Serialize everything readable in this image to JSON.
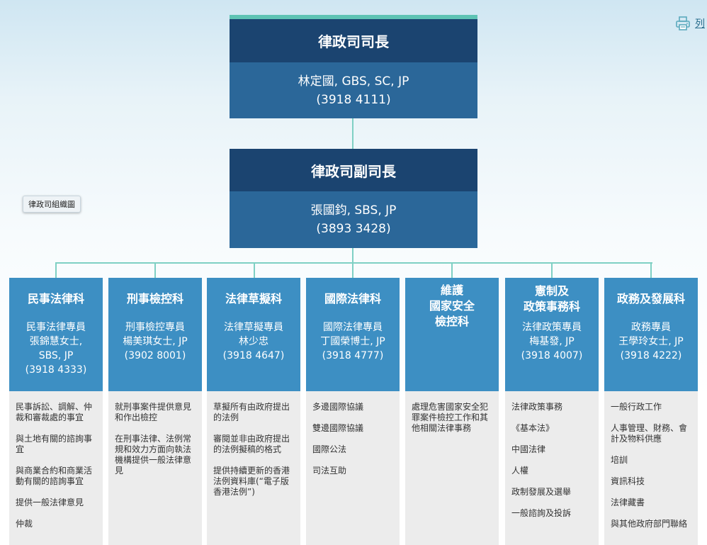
{
  "print": {
    "label": "列"
  },
  "caption": "律政司組織圖",
  "secretary": {
    "title": "律政司司長",
    "name": "林定國, GBS, SC, JP",
    "phone": "(3918 4111)"
  },
  "deputy": {
    "title": "律政司副司長",
    "name": "張國鈞, SBS, JP",
    "phone": "(3893 3428)"
  },
  "departments": [
    {
      "title": "民事法律科",
      "officer_title": "民事法律專員",
      "officer_name": "張錦慧女士,",
      "officer_name2": "SBS, JP",
      "phone": "(3918 4333)",
      "duties": [
        "民事訴訟、調解、仲裁和審裁處的事宜",
        "與土地有關的諮詢事宜",
        "與商業合約和商業活動有關的諮詢事宜",
        "提供一般法律意見",
        "仲裁"
      ]
    },
    {
      "title": "刑事檢控科",
      "officer_title": "刑事檢控專員",
      "officer_name": "楊美琪女士, JP",
      "phone": "(3902 8001)",
      "duties": [
        "就刑事案件提供意見和作出檢控",
        "在刑事法律、法例常規和效力方面向執法機構提供一般法律意見"
      ]
    },
    {
      "title": "法律草擬科",
      "officer_title": "法律草擬專員",
      "officer_name": "林少忠",
      "phone": "(3918 4647)",
      "duties": [
        "草擬所有由政府提出的法例",
        "審閱並非由政府提出的法例擬稿的格式",
        "提供持續更新的香港法例資料庫(“電子版香港法例”)"
      ]
    },
    {
      "title": "國際法律科",
      "officer_title": "國際法律專員",
      "officer_name": "丁國榮博士, JP",
      "phone": "(3918 4777)",
      "duties": [
        "多邊國際協議",
        "雙邊國際協議",
        "國際公法",
        "司法互助"
      ]
    },
    {
      "title_lines": [
        "維護",
        "國家安全",
        "檢控科"
      ],
      "duties": [
        "處理危害國家安全犯罪案件檢控工作和其他相關法律事務"
      ]
    },
    {
      "title_lines": [
        "憲制及",
        "政策事務科"
      ],
      "officer_title": "法律政策專員",
      "officer_name": "梅基發, JP",
      "phone": "(3918 4007)",
      "duties": [
        "法律政策事務",
        "《基本法》",
        "中國法律",
        "人權",
        "政制發展及選舉",
        "一般諮詢及投訴"
      ]
    },
    {
      "title": "政務及發展科",
      "officer_title": "政務專員",
      "officer_name": "王學玲女士, JP",
      "phone": "(3918 4222)",
      "duties": [
        "一般行政工作",
        "人事管理、財務、會計及物料供應",
        "培訓",
        "資訊科技",
        "法律藏書",
        "與其他政府部門聯絡"
      ]
    }
  ]
}
